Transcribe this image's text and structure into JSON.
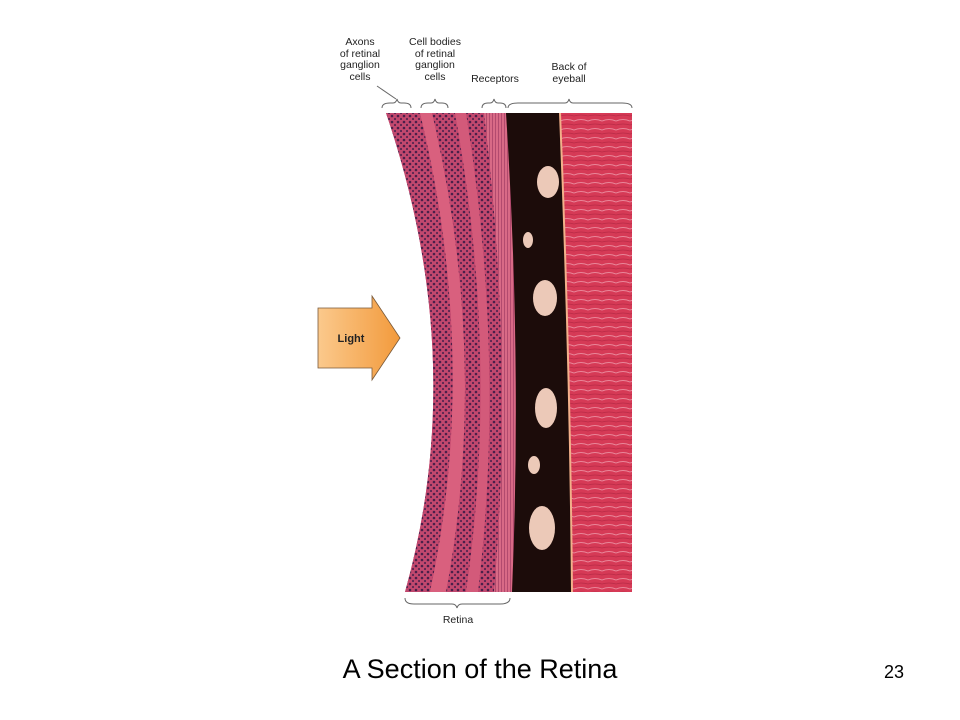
{
  "labels": {
    "axons": [
      "Axons",
      "of retinal",
      "ganglion",
      "cells"
    ],
    "cell_bodies": [
      "Cell bodies",
      "of retinal",
      "ganglion",
      "cells"
    ],
    "receptors": "Receptors",
    "back_of_eyeball": [
      "Back of",
      "eyeball"
    ],
    "light": "Light",
    "retina": "Retina"
  },
  "title": "A Section of the Retina",
  "page_number": "23",
  "colors": {
    "light_arrow": "#f5a04a",
    "tissue_pink": "#d2486a",
    "pigment_layer": "#1a0a08",
    "sclera": "#d23a55"
  }
}
